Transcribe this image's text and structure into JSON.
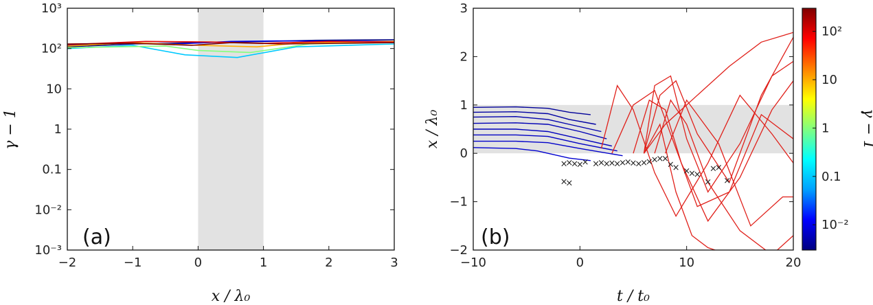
{
  "chart_data": [
    {
      "type": "line",
      "panel_label": "(a)",
      "xlabel": "x / λ₀",
      "ylabel": "γ − 1",
      "xlim": [
        -2,
        3
      ],
      "ylim": [
        0.001,
        1000
      ],
      "y_scale": "log",
      "x_ticks": [
        "−2",
        "−1",
        "0",
        "1",
        "2",
        "3"
      ],
      "y_ticks": [
        "10⁻³",
        "10⁻²",
        "0.1",
        "1",
        "10",
        "10²",
        "10³"
      ],
      "shaded_region_x": [
        0,
        1
      ],
      "grid": false,
      "series": [
        {
          "color_value": 0.003,
          "x": [
            -2.0,
            -1.0,
            0.0,
            1.0,
            1.8,
            3.0
          ],
          "y": [
            110,
            130,
            140,
            150,
            160,
            165
          ]
        },
        {
          "color_value": 0.01,
          "x": [
            -2.0,
            -1.2,
            -0.3,
            0.5,
            1.2,
            3.0
          ],
          "y": [
            120,
            140,
            130,
            150,
            155,
            150
          ]
        },
        {
          "color_value": 0.1,
          "x": [
            -2.0,
            -1.0,
            -0.2,
            0.6,
            1.5,
            3.0
          ],
          "y": [
            100,
            120,
            70,
            60,
            110,
            130
          ]
        },
        {
          "color_value": 1,
          "x": [
            -2.0,
            -0.5,
            0.0,
            0.8,
            1.7,
            3.0
          ],
          "y": [
            105,
            115,
            90,
            80,
            130,
            140
          ]
        },
        {
          "color_value": 10,
          "x": [
            -2.0,
            -1.0,
            0.0,
            0.9,
            1.6,
            3.0
          ],
          "y": [
            115,
            140,
            120,
            110,
            140,
            150
          ]
        },
        {
          "color_value": 100,
          "x": [
            -2.0,
            -0.8,
            0.2,
            1.0,
            2.0,
            3.0
          ],
          "y": [
            125,
            150,
            145,
            135,
            150,
            145
          ]
        },
        {
          "color_value": 300,
          "x": [
            -2.0,
            -1.0,
            -0.1,
            0.5,
            1.3,
            3.0
          ],
          "y": [
            130,
            135,
            120,
            140,
            130,
            140
          ]
        }
      ]
    },
    {
      "type": "line",
      "panel_label": "(b)",
      "xlabel": "t / t₀",
      "ylabel": "x / λ₀",
      "xlim": [
        -10,
        20
      ],
      "ylim": [
        -2,
        3
      ],
      "x_ticks": [
        "−10",
        "0",
        "10",
        "20"
      ],
      "y_ticks": [
        "−2",
        "−1",
        "0",
        "1",
        "2",
        "3"
      ],
      "shaded_region_y": [
        0,
        1
      ],
      "grid": false,
      "trajectories_before": [
        {
          "x": [
            -10,
            -6,
            -3,
            -1,
            1
          ],
          "y": [
            0.95,
            0.96,
            0.93,
            0.85,
            0.8
          ]
        },
        {
          "x": [
            -10,
            -6,
            -3,
            -1,
            1.5
          ],
          "y": [
            0.85,
            0.86,
            0.82,
            0.7,
            0.6
          ]
        },
        {
          "x": [
            -10,
            -6,
            -3,
            -1,
            2
          ],
          "y": [
            0.75,
            0.76,
            0.7,
            0.6,
            0.45
          ]
        },
        {
          "x": [
            -10,
            -6,
            -3,
            0,
            2.5
          ],
          "y": [
            0.62,
            0.63,
            0.6,
            0.45,
            0.3
          ]
        },
        {
          "x": [
            -10,
            -6,
            -3,
            0,
            3
          ],
          "y": [
            0.5,
            0.5,
            0.45,
            0.3,
            0.15
          ]
        },
        {
          "x": [
            -10,
            -6,
            -3,
            0,
            3.5
          ],
          "y": [
            0.38,
            0.38,
            0.35,
            0.2,
            0.05
          ]
        },
        {
          "x": [
            -10,
            -6,
            -3,
            0,
            4
          ],
          "y": [
            0.25,
            0.25,
            0.22,
            0.1,
            -0.05
          ]
        },
        {
          "x": [
            -10,
            -6,
            -4,
            -1,
            1
          ],
          "y": [
            0.12,
            0.1,
            0.05,
            -0.1,
            -0.15
          ]
        }
      ],
      "trajectories_after": [
        {
          "x": [
            6,
            8,
            11,
            14,
            17,
            20
          ],
          "y": [
            0.0,
            0.6,
            1.2,
            1.8,
            2.3,
            2.5
          ]
        },
        {
          "x": [
            6,
            7.5,
            9,
            11,
            14,
            17,
            20
          ],
          "y": [
            0.0,
            1.2,
            1.5,
            0.4,
            -0.6,
            1.2,
            2.4
          ]
        },
        {
          "x": [
            6,
            7,
            8.5,
            10,
            12,
            15,
            18,
            20
          ],
          "y": [
            0.0,
            1.4,
            1.6,
            0.3,
            -0.8,
            0.2,
            1.6,
            1.9
          ]
        },
        {
          "x": [
            5,
            6.5,
            8,
            9.5,
            12,
            15,
            18,
            20
          ],
          "y": [
            0.0,
            1.1,
            0.9,
            -0.2,
            -1.4,
            -0.5,
            0.9,
            1.5
          ]
        },
        {
          "x": [
            2,
            3.5,
            5,
            7,
            9,
            12,
            15,
            18,
            20
          ],
          "y": [
            0.1,
            1.4,
            0.9,
            -0.4,
            -1.3,
            -0.2,
            1.2,
            0.4,
            -0.2
          ]
        },
        {
          "x": [
            3,
            5,
            7,
            9,
            11,
            14,
            17,
            20
          ],
          "y": [
            0.0,
            1.0,
            1.3,
            0.1,
            -1.1,
            -0.8,
            0.8,
            0.3
          ]
        },
        {
          "x": [
            7,
            8.5,
            10,
            12,
            15,
            18,
            20
          ],
          "y": [
            0.0,
            1.1,
            0.6,
            -0.6,
            -1.6,
            -2.1,
            -1.7
          ]
        },
        {
          "x": [
            6,
            7.5,
            9,
            10.5,
            12,
            14
          ],
          "y": [
            0.0,
            0.6,
            -0.8,
            -1.7,
            -1.95,
            -2.1
          ]
        },
        {
          "x": [
            8,
            10,
            13,
            16,
            19,
            20
          ],
          "y": [
            0.0,
            1.1,
            0.2,
            -1.5,
            -0.9,
            -0.9
          ]
        }
      ],
      "markers_x": {
        "symbol": "×",
        "t": [
          -1.5,
          -1.0,
          -0.5,
          0.0,
          0.5,
          1.5,
          2.0,
          2.5,
          3.0,
          3.5,
          4.0,
          4.5,
          5.0,
          5.5,
          6.0,
          6.5,
          7.0,
          7.5,
          8.0,
          8.5,
          9.0,
          10.0,
          10.5,
          11.0,
          12.5,
          13.0,
          13.8,
          -1.5,
          -1.0,
          12.0
        ],
        "x": [
          -0.2,
          -0.18,
          -0.2,
          -0.22,
          -0.17,
          -0.2,
          -0.18,
          -0.2,
          -0.19,
          -0.2,
          -0.18,
          -0.17,
          -0.19,
          -0.2,
          -0.18,
          -0.16,
          -0.12,
          -0.1,
          -0.1,
          -0.22,
          -0.28,
          -0.35,
          -0.4,
          -0.42,
          -0.3,
          -0.28,
          -0.55,
          -0.57,
          -0.6,
          -0.58
        ]
      }
    },
    {
      "type": "heatmap",
      "role": "colorbar",
      "label": "γ − 1",
      "scale": "log",
      "range": [
        0.003,
        300
      ],
      "ticks": [
        "10⁻²",
        "0.1",
        "1",
        "10",
        "10²"
      ],
      "colormap": [
        "#00007f",
        "#0000ff",
        "#00a0ff",
        "#00ffff",
        "#80ff80",
        "#ffff00",
        "#ff8000",
        "#ff0000",
        "#7f0000"
      ]
    }
  ]
}
